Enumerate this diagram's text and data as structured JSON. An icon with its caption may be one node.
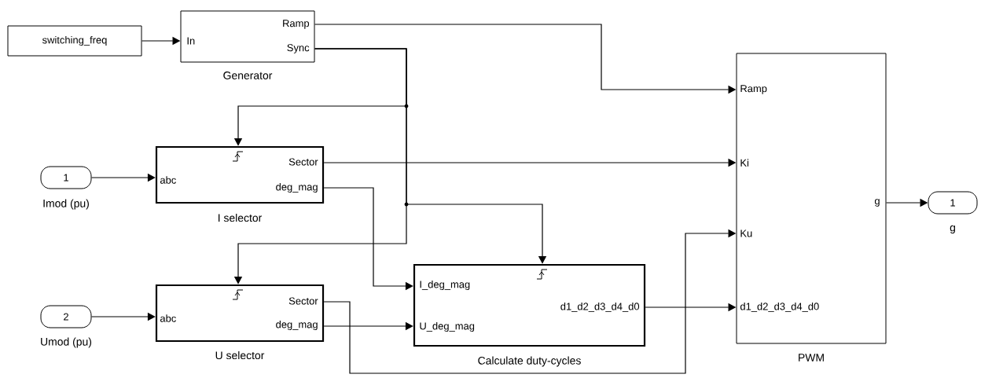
{
  "diagram": {
    "nodes": [
      {
        "text": [
          "switching_freq"
        ]
      },
      {
        "text": [
          "In",
          "Ramp",
          "Sync"
        ],
        "beside": [
          "Generator"
        ]
      },
      {
        "text": [
          "1"
        ],
        "beside": [
          "Imod (pu)"
        ]
      },
      {
        "text": [
          "abc",
          "Sector",
          "deg_mag"
        ],
        "beside": [
          "I selector"
        ]
      },
      {
        "text": [
          "2"
        ],
        "beside": [
          "Umod (pu)"
        ]
      },
      {
        "text": [
          "abc",
          "Sector",
          "deg_mag"
        ],
        "beside": [
          "U selector"
        ]
      },
      {
        "text": [
          "I_deg_mag",
          "U_deg_mag",
          "d1_d2_d3_d4_d0"
        ],
        "beside": [
          "Calculate duty-cycles"
        ]
      },
      {
        "text": [
          "Ramp",
          "Ki",
          "Ku",
          "d1_d2_d3_d4_d0",
          "g"
        ],
        "beside": [
          "PWM"
        ]
      },
      {
        "text": [
          "1"
        ],
        "beside": [
          "g"
        ]
      }
    ],
    "edges": [
      {
        "from": 0,
        "to": 1,
        "arrow": "to"
      },
      {
        "from": 1,
        "to": 7,
        "arrow": "to"
      },
      {
        "from": 1,
        "to": 3,
        "arrow": "to"
      },
      {
        "from": 1,
        "to": 6,
        "arrow": "to"
      },
      {
        "from": 1,
        "to": 5,
        "arrow": "to"
      },
      {
        "from": 2,
        "to": 3,
        "arrow": "to"
      },
      {
        "from": 3,
        "to": 7,
        "arrow": "to"
      },
      {
        "from": 3,
        "to": 6,
        "arrow": "to"
      },
      {
        "from": 4,
        "to": 5,
        "arrow": "to"
      },
      {
        "from": 5,
        "to": 6,
        "arrow": "to"
      },
      {
        "from": 5,
        "to": 7,
        "arrow": "to"
      },
      {
        "from": 6,
        "to": 7,
        "arrow": "to"
      },
      {
        "from": 7,
        "to": 8,
        "arrow": "to"
      }
    ]
  }
}
